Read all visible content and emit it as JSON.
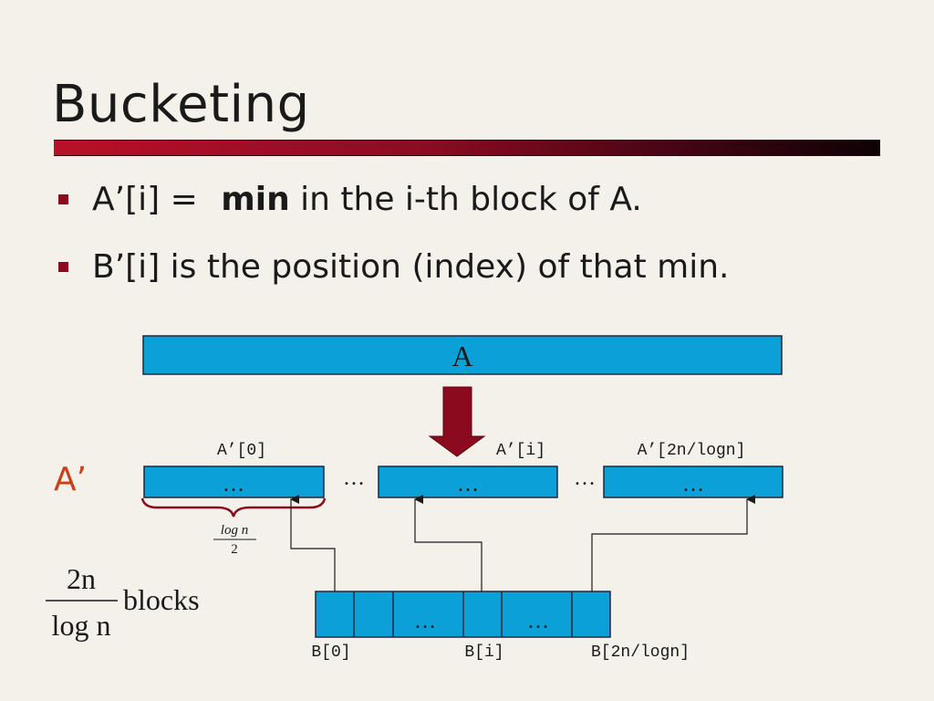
{
  "title": "Bucketing",
  "bullets": [
    {
      "pre": "A’[i] = ",
      "bold": "min",
      "post": " in the i-th block of A."
    },
    {
      "pre": "B’[i] is the position (index) of that min.",
      "bold": "",
      "post": ""
    }
  ],
  "diagram": {
    "array_a_label": "A",
    "a_prime_side_label": "A’",
    "a_prime_index_labels": [
      "A’[0]",
      "A’[i]",
      "A’[2n/logn]"
    ],
    "block_ellipsis": "…",
    "gap_ellipsis": "…",
    "brace_fraction": {
      "numerator": "log n",
      "denominator": "2"
    },
    "blocks_fraction": {
      "numerator": "2n",
      "denominator": "log n",
      "suffix": "blocks"
    },
    "b_cell_ellipsis": [
      "…",
      "…"
    ],
    "b_index_labels": [
      "B[0]",
      "B[i]",
      "B[2n/logn]"
    ],
    "colors": {
      "block_fill": "#0ba0d8",
      "block_stroke": "#1c2a3a",
      "down_arrow": "#8b0a1e",
      "a_prime_label": "#c8401a"
    }
  }
}
